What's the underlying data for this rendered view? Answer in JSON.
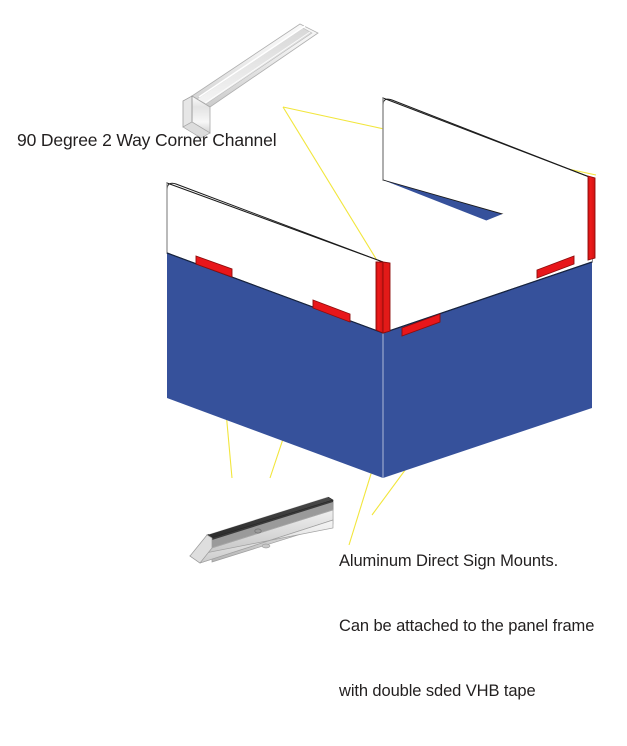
{
  "diagram": {
    "title_alt": "Sign panel corner assembly exploded diagram",
    "background_color": "#ffffff",
    "colors": {
      "panel_blue": "#36519b",
      "panel_white": "#ffffff",
      "mount_red": "#e8161a",
      "mount_red_dark": "#b3100f",
      "leader_yellow": "#f2e63c",
      "outline_black": "#1a1a1a",
      "outline_grey": "#8c8c8c",
      "text": "#221f1f",
      "metal_light": "#f4f4f4",
      "metal_mid": "#cfcfcf",
      "metal_dark": "#8f8f8f",
      "metal_shadow": "#3a3a3a"
    }
  },
  "callouts": {
    "corner_channel": {
      "label": "90 Degree 2 Way Corner Channel",
      "part_name": "corner-channel-extrusion",
      "leader_count": 2
    },
    "sign_mounts": {
      "line1": "Aluminum Direct Sign Mounts.",
      "line2": "Can be attached to the panel frame",
      "line3": "with double sded VHB tape",
      "part_name": "direct-sign-mount-rail",
      "leader_count": 4
    }
  },
  "parts": {
    "corner_channel_extrusion": {
      "name": "90-degree-2-way-corner-channel",
      "profile": "L-shaped aluminum channel",
      "finish": "clear / bright aluminum"
    },
    "sign_mount_rail": {
      "name": "aluminum-direct-sign-mount",
      "profile": "T-shaped aluminum rail with groove",
      "fasteners": 2
    }
  },
  "assembly": {
    "name": "three-sided-sign-panel-box",
    "open_face": "top",
    "exterior_color": "#36519b",
    "interior_color": "#ffffff",
    "corner_channels_shown": 2,
    "edge_mounts_shown": 4
  }
}
